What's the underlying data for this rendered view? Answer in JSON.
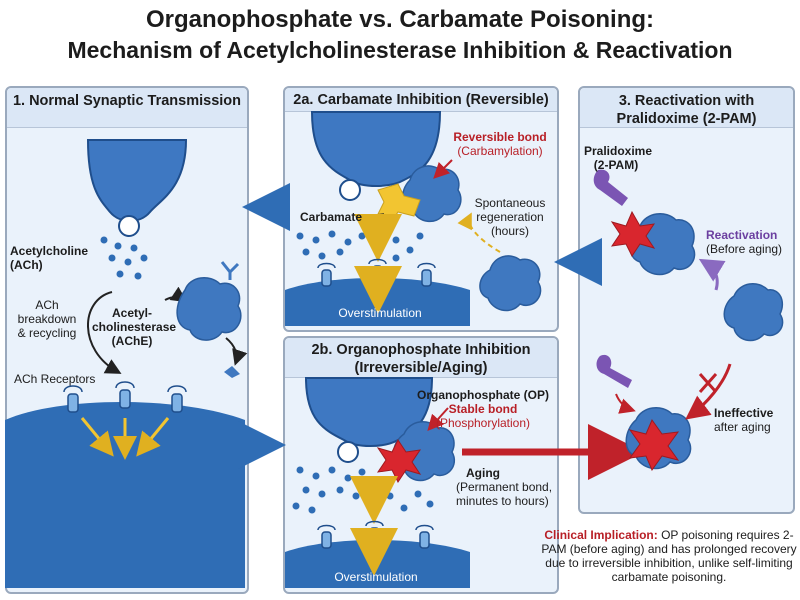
{
  "title": {
    "line1": "Organophosphate vs. Carbamate Poisoning:",
    "line2": "Mechanism of Acetylcholinesterase Inhibition & Reactivation"
  },
  "panel1": {
    "heading": "1. Normal Synaptic Transmission",
    "ach_label": "Acetylcholine (ACh)",
    "breakdown_label": "ACh breakdown & recycling",
    "enzyme_label": "Acetyl- cholinesterase (AChE)",
    "receptors_label": "ACh Receptors"
  },
  "panel2a": {
    "heading": "2a. Carbamate Inhibition (Reversible)",
    "bond_label": "Reversible bond",
    "bond_sub": "(Carbamylation)",
    "drug_label": "Carbamate",
    "regen_label": "Spontaneous regeneration (hours)",
    "effect_label": "Overstimulation"
  },
  "panel2b": {
    "heading": "2b. Organophosphate Inhibition (Irreversible/Aging)",
    "drug_label": "Organophosphate (OP)",
    "bond_label": "Stable bond",
    "bond_sub": "(Phosphorylation)",
    "aging_label": "Aging",
    "aging_sub": "(Permanent bond, minutes to hours)",
    "effect_label": "Overstimulation"
  },
  "panel3": {
    "heading": "3. Reactivation with Pralidoxime (2-PAM)",
    "drug_label": "Pralidoxime (2-PAM)",
    "reactivation_label": "Reactivation",
    "reactivation_sub": "(Before aging)",
    "ineffective_label": "Ineffective",
    "ineffective_sub": "after aging"
  },
  "clinical": {
    "prefix": "Clinical Implication:",
    "text": " OP poisoning requires 2-PAM (before aging) and has prolonged recovery due to irreversible inhibition, unlike self-limiting carbamate poisoning."
  },
  "colors": {
    "membrane": "#2f6db5",
    "enzyme": "#3f78c0",
    "carbamate": "#f2c531",
    "op": "#d9262e",
    "pralidoxime": "#7b55b3"
  }
}
